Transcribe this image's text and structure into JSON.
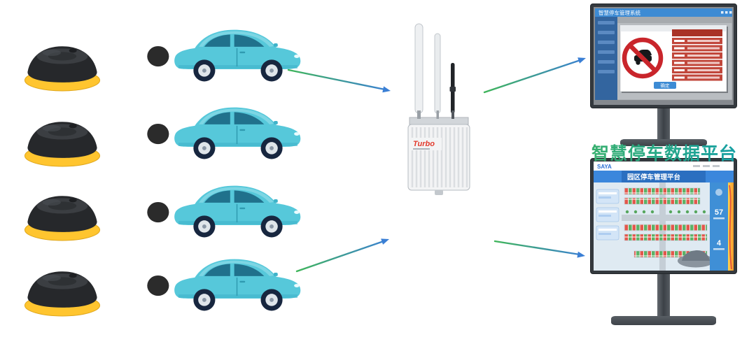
{
  "caption": "智慧停车数据平台",
  "gateway": {
    "brand": "Turbo"
  },
  "monitors": {
    "top": {
      "window_title": "智慧停车管理系统",
      "confirm_button": "确定"
    },
    "bottom": {
      "logo": "SAYA",
      "header": "园区停车管理平台",
      "stat_top": "57",
      "stat_bottom": "4"
    }
  }
}
